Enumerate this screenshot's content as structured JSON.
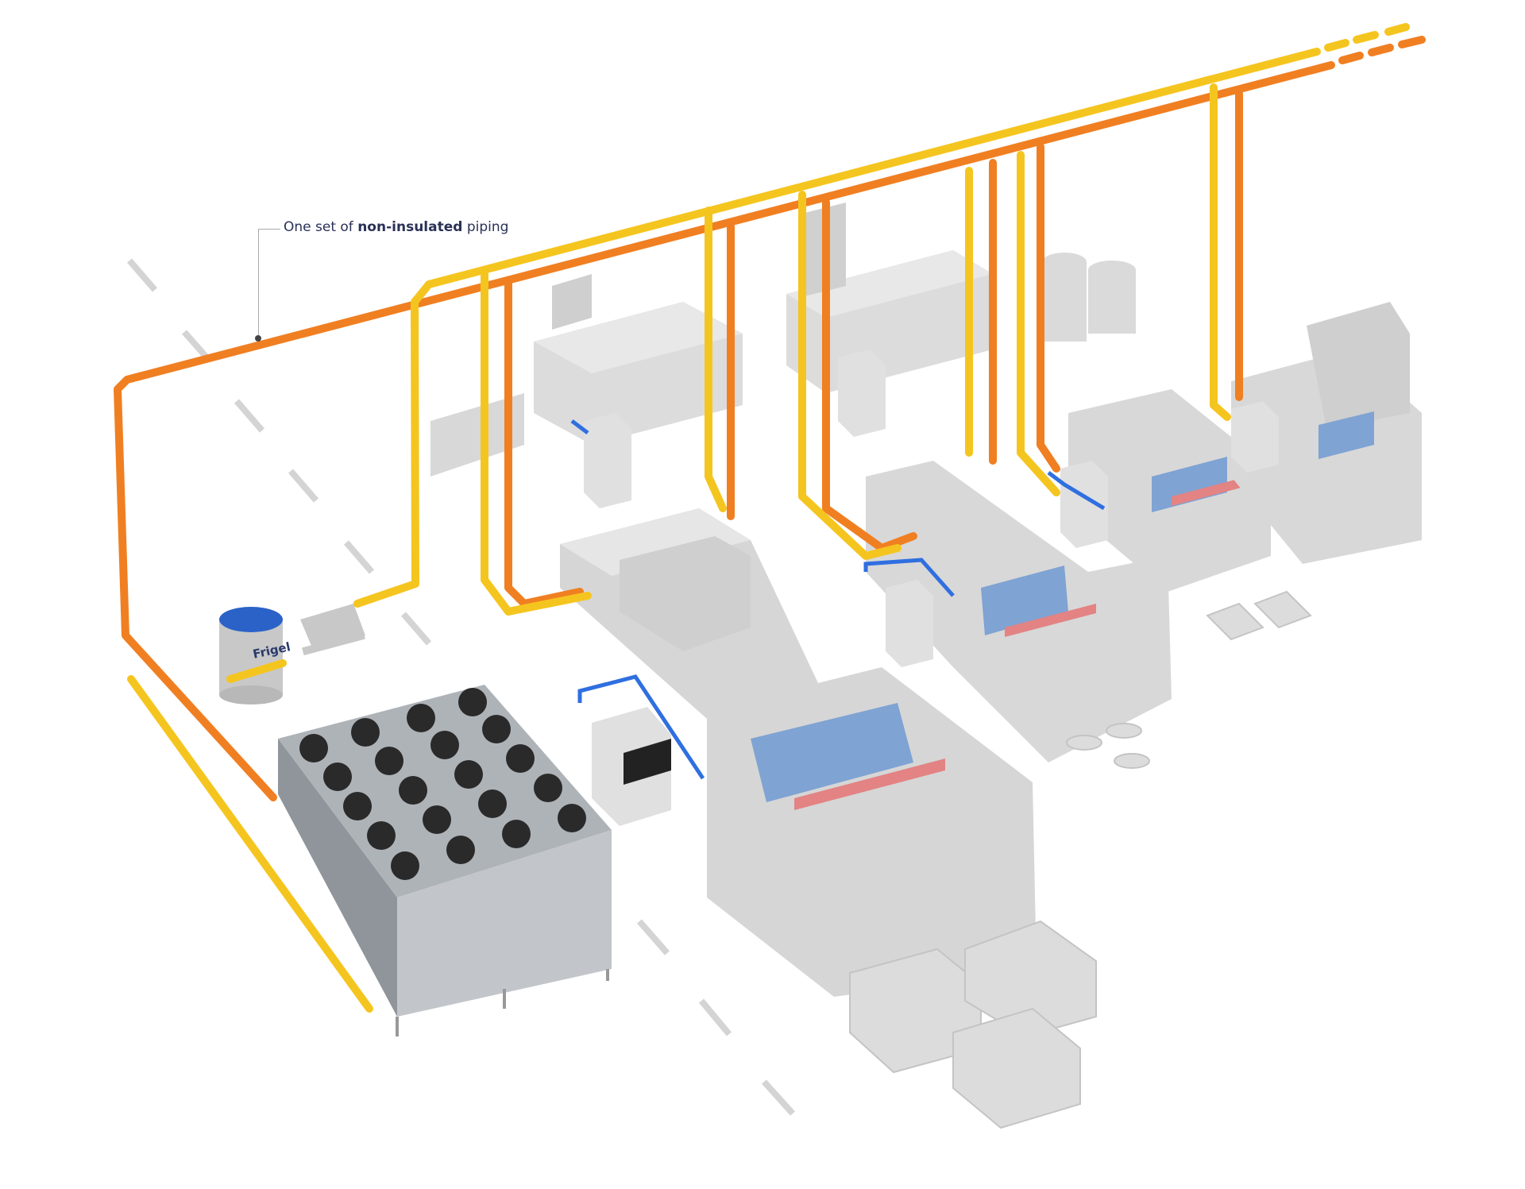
{
  "annotation": {
    "prefix": "One set of ",
    "emphasis": "non-insulated",
    "suffix": " piping"
  },
  "tank_logo": "Frigel",
  "colors": {
    "supply_pipe": "#f5c51f",
    "return_pipe": "#f07f22",
    "process_pipe": "#2f6fe0",
    "equipment": "#d6d6d6",
    "mold_blue": "#7fa3d3",
    "mold_red": "#e38383",
    "label_text": "#2a3157"
  }
}
